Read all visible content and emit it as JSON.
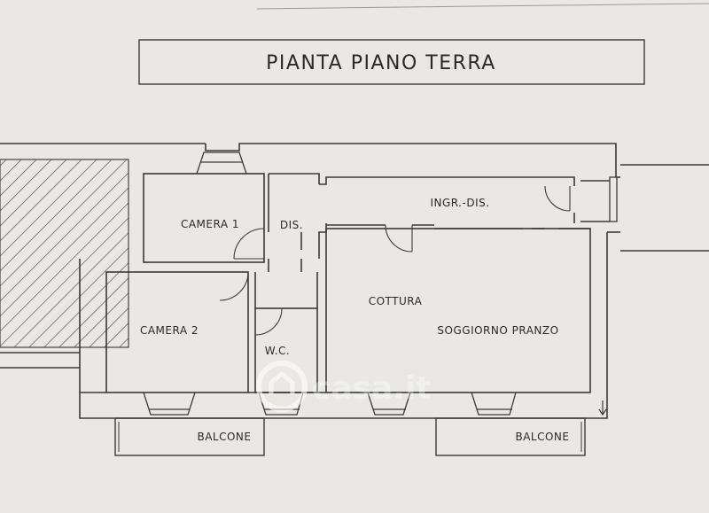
{
  "title": "PIANTA PIANO TERRA",
  "rooms": {
    "camera1": "CAMERA 1",
    "dis": "DIS.",
    "ingr_dis": "INGR.-DIS.",
    "camera2": "CAMERA 2",
    "wc": "W.C.",
    "cottura": "COTTURA",
    "soggiorno": "SOGGIORNO PRANZO",
    "balcone_left": "BALCONE",
    "balcone_right": "BALCONE"
  },
  "watermark": {
    "text": "casa.it"
  },
  "colors": {
    "paper": "#e9e8e4",
    "line": "#3a3a3a",
    "hatch": "#555555"
  }
}
